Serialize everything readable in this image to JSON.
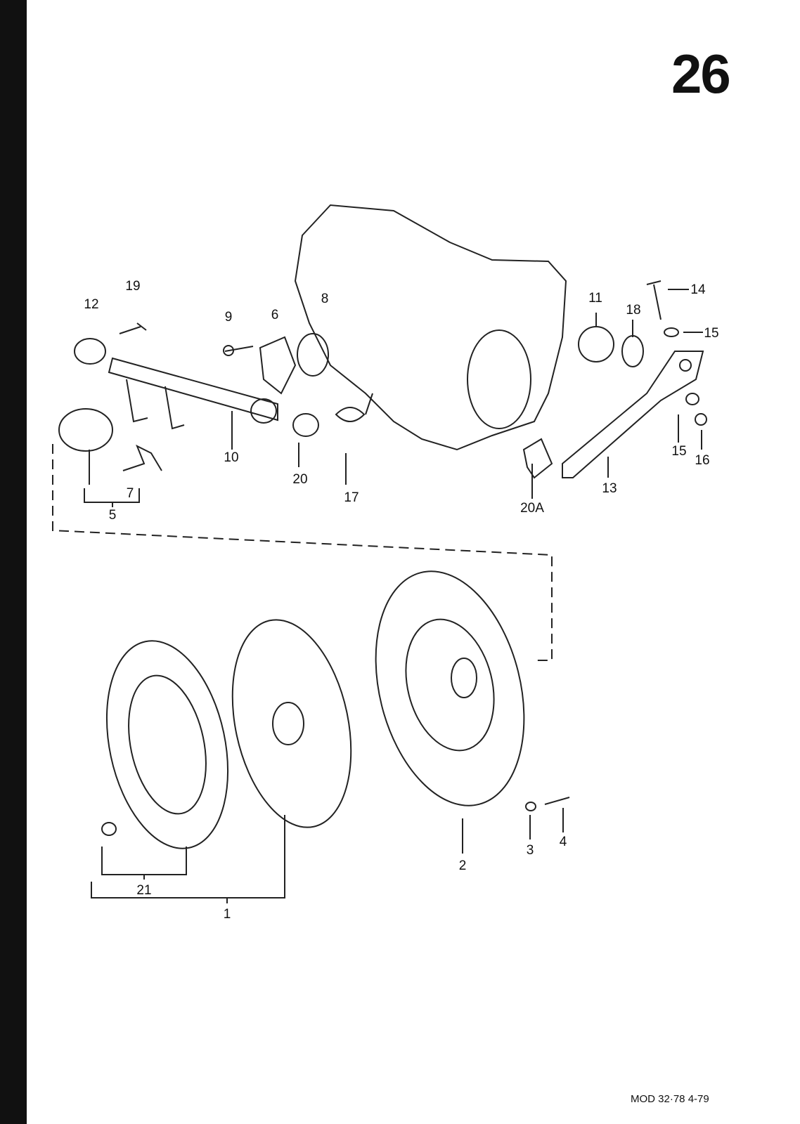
{
  "page_number": "26",
  "footer": "MOD 32·78  4-79",
  "callouts": {
    "c19": "19",
    "c12": "12",
    "c9": "9",
    "c6": "6",
    "c8": "8",
    "c11": "11",
    "c18": "18",
    "c14": "14",
    "c15a": "15",
    "c15b": "15",
    "c16": "16",
    "c13": "13",
    "c20A": "20A",
    "c17": "17",
    "c20": "20",
    "c10": "10",
    "c7": "7",
    "c5": "5",
    "c2": "2",
    "c3": "3",
    "c4": "4",
    "c21": "21",
    "c1": "1"
  }
}
